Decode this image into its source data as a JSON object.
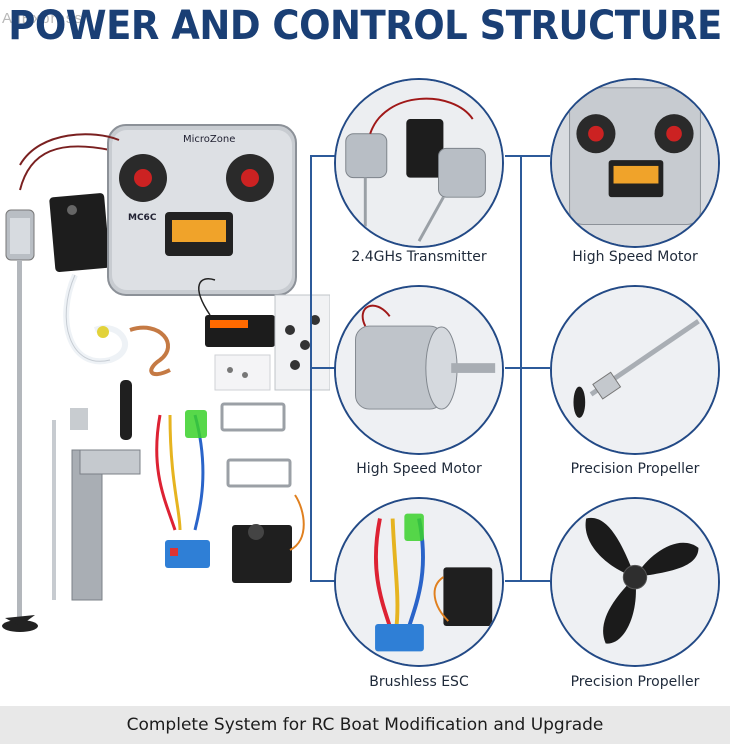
{
  "watermark": "AliExpress",
  "title": "POWER AND CONTROL STRUCTURE",
  "features": [
    {
      "label": "2.4GHs Transmitter",
      "icon": "dc-motor-pair-icon"
    },
    {
      "label": "High Speed Motor",
      "icon": "transmitter-icon"
    },
    {
      "label": "High Speed Motor",
      "icon": "motor-icon"
    },
    {
      "label": "Precision Propeller",
      "icon": "propeller-shaft-icon"
    },
    {
      "label": "Brushless ESC",
      "icon": "esc-icon"
    },
    {
      "label": "Precision Propeller",
      "icon": "propeller-icon"
    }
  ],
  "transmitter_brand": "MicroZone",
  "transmitter_model": "MC6C",
  "footer": "Complete System for RC Boat Modification and Upgrade",
  "colors": {
    "accent": "#1a3f75",
    "connector": "#2c5a9a",
    "footer_bg": "#e8e8e8"
  }
}
